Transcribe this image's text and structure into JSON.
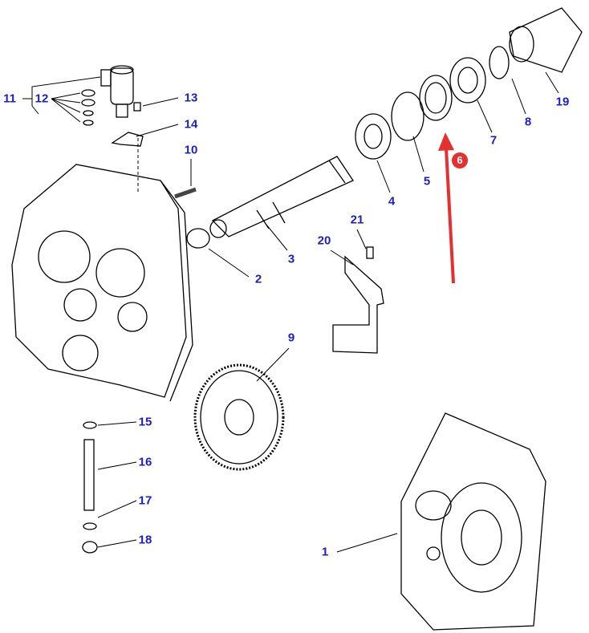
{
  "diagram": {
    "callouts": [
      "1",
      "2",
      "3",
      "4",
      "5",
      "7",
      "8",
      "9",
      "10",
      "11",
      "12",
      "13",
      "14",
      "15",
      "16",
      "17",
      "18",
      "19",
      "20",
      "21"
    ],
    "highlighted_callout": "6",
    "highlight_color": "#e53030",
    "label_color": "#1c1fc8"
  }
}
